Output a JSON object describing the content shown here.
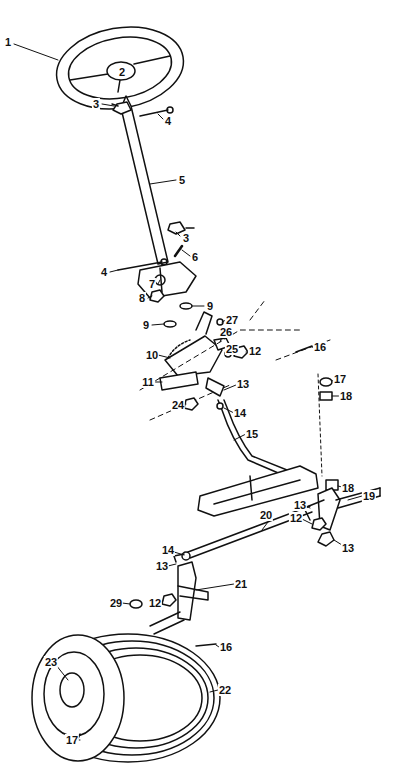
{
  "diagram": {
    "labels": [
      "1",
      "2",
      "3",
      "4",
      "5",
      "3",
      "6",
      "4",
      "7",
      "8",
      "9",
      "27",
      "9",
      "26",
      "10",
      "25",
      "12",
      "16",
      "17",
      "11",
      "18",
      "13",
      "24",
      "14",
      "15",
      "18",
      "19",
      "13",
      "12",
      "20",
      "13",
      "14",
      "13",
      "21",
      "29",
      "12",
      "16",
      "23",
      "22",
      "17"
    ]
  }
}
